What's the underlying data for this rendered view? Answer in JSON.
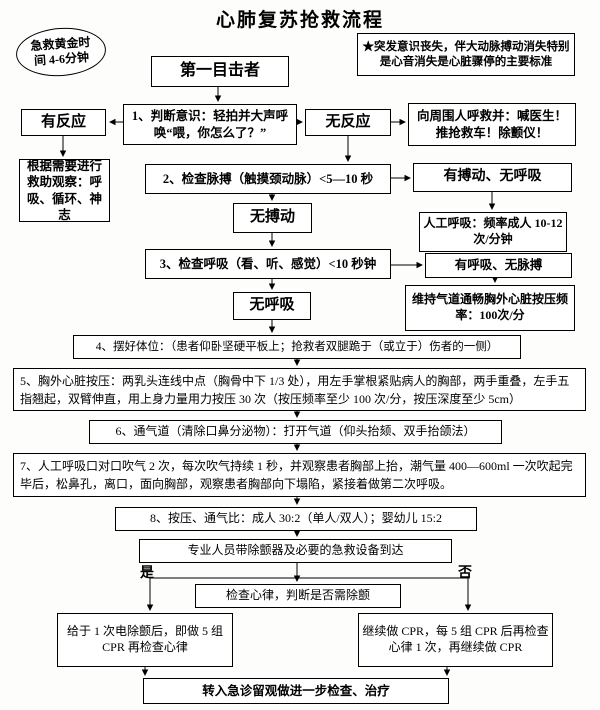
{
  "title": "心肺复苏抢救流程",
  "badge": {
    "golden_time": "急救黄金时间 4-6分钟"
  },
  "note": "★突发意识丧失，伴大动脉搏动消失特别是心音消失是心脏骤停的主要标准",
  "nodes": {
    "first_witness": "第一目击者",
    "step1": "1、判断意识：轻拍并大声呼唤“喂，你怎么了？”",
    "has_response": "有反应",
    "no_response": "无反应",
    "call_help": "向周围人呼救并：喊医生！推抢救车！除颤仪！",
    "observe": "根据需要进行救助观察：呼吸、循环、神志",
    "step2": "2、检查脉搏（触摸颈动脉）<5—10 秒",
    "pulse_no_breath": "有搏动、无呼吸",
    "no_pulse": "无搏动",
    "artificial_respiration": "人工呼吸：频率成人 10-12 次/分钟",
    "step3": "3、检查呼吸（看、听、感觉）<10 秒钟",
    "breath_no_pulse": "有呼吸、无脉搏",
    "no_breath": "无呼吸",
    "maintain_airway": "维持气道通畅胸外心脏按压频率：100次/分",
    "step4": "4、摆好体位：（患者仰卧坚硬平板上；抢救者双腿跪于（或立于）伤者的一侧）",
    "step5": "5、胸外心脏按压：两乳头连线中点（胸骨中下 1/3 处），用左手掌根紧贴病人的胸部，两手重叠，左手五指翘起，双臂伸直，用上身力量用力按压 30 次（按压频率至少 100 次/分，按压深度至少 5cm）",
    "step6": "6、通气道（清除口鼻分泌物）：打开气道（仰头抬颏、双手抬颌法）",
    "step7": "7、人工呼吸口对口吹气 2 次，每次吹气持续 1 秒，并观察患者胸部上抬，潮气量 400—600ml 一次吹起完毕后，松鼻孔，离口，面向胸部，观察患者胸部向下塌陷，紧接着做第二次呼吸。",
    "step8": "8、按压、通气比：成人 30:2（单人/双人）；婴幼儿 15:2",
    "professional": "专业人员带除颤器及必要的急救设备到达",
    "check_rhythm": "检查心律，判断是否需除颤",
    "defib_once": "给于 1 次电除颤后，即做 5 组 CPR 再检查心律",
    "continue_cpr": "继续做 CPR，每 5 组 CPR 后再检查心律 1 次，再继续做 CPR",
    "transfer": "转入急诊留观做进一步检查、治疗"
  },
  "branch_labels": {
    "yes": "是",
    "no": "否"
  },
  "colors": {
    "line": "#000000",
    "border": "#000000",
    "background": "#fdfdfb",
    "text": "#000000"
  }
}
